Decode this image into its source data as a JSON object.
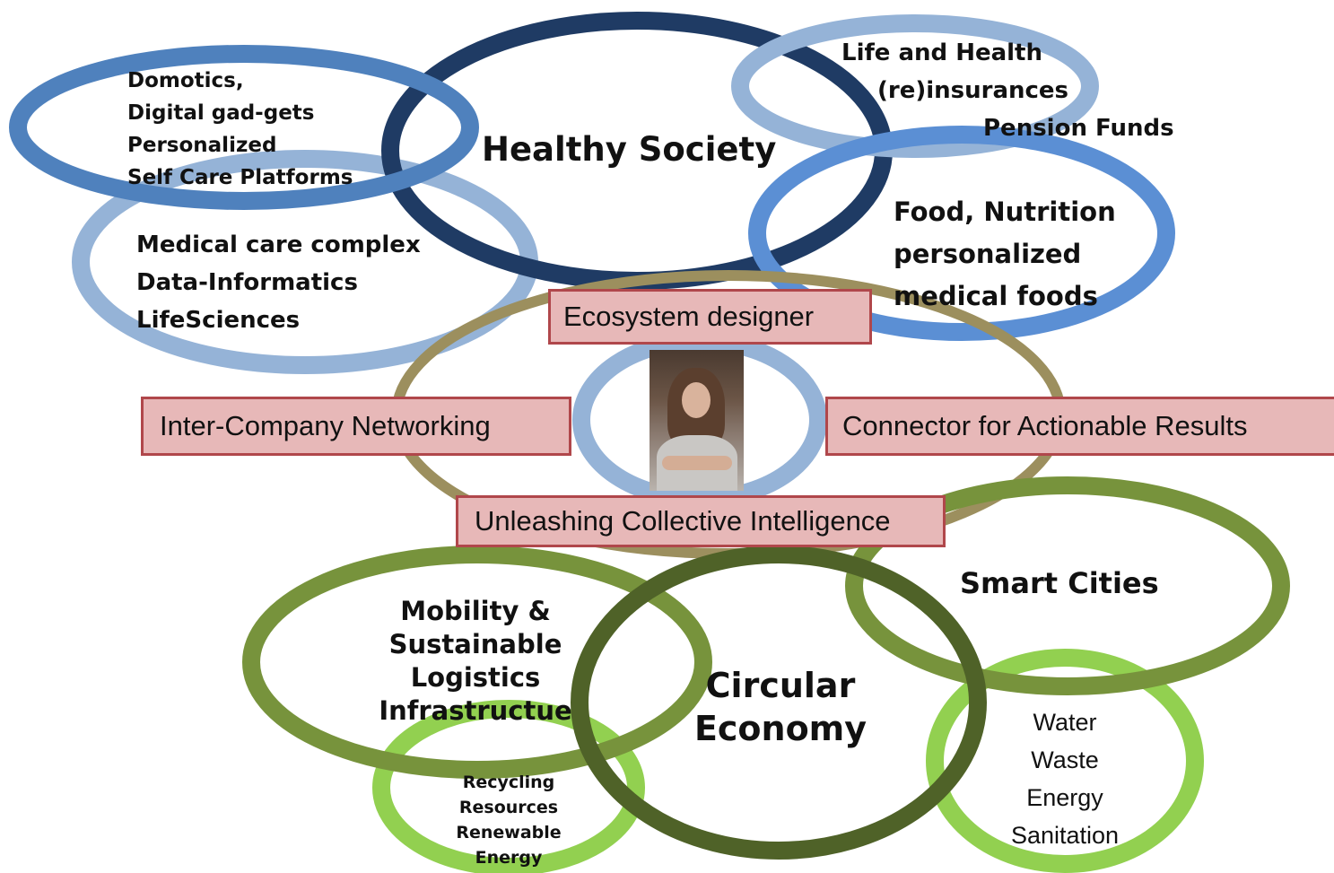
{
  "colors": {
    "navy_ring": "#1f3b64",
    "blue_ring": "#4f81bd",
    "light_blue_ring": "#95b3d7",
    "mid_blue_ring": "#5b8fd4",
    "khaki_ring": "#9c8f5e",
    "olive_ring": "#77933c",
    "dark_green_ring": "#4f6228",
    "light_green_ring": "#92d050",
    "box_fill": "#e7b8b8",
    "box_border": "#b0474b"
  },
  "labels": {
    "domotics": [
      "Domotics,",
      "Digital gad-gets",
      "Personalized",
      "Self Care Platforms"
    ],
    "healthy_society": "Healthy Society",
    "insurance": [
      "Life and Health",
      "(re)insurances",
      "Pension Funds"
    ],
    "medical": [
      "Medical  care complex",
      "Data-Informatics",
      "LifeSciences"
    ],
    "food": [
      "Food, Nutrition",
      "personalized",
      "medical foods"
    ],
    "smart_cities": "Smart Cities",
    "mobility": [
      "Mobility &",
      "Sustainable",
      "Logistics",
      "Infrastructue"
    ],
    "circular": [
      "Circular",
      "Economy"
    ],
    "recycling": [
      "Recycling",
      "Resources",
      "Renewable",
      "Energy"
    ],
    "water": [
      "Water",
      "Waste",
      "Energy",
      "Sanitation"
    ]
  },
  "boxes": {
    "ecosystem": "Ecosystem designer",
    "networking": "Inter-Company Networking",
    "connector": "Connector for Actionable Results",
    "collective": "Unleashing Collective  Intelligence"
  }
}
